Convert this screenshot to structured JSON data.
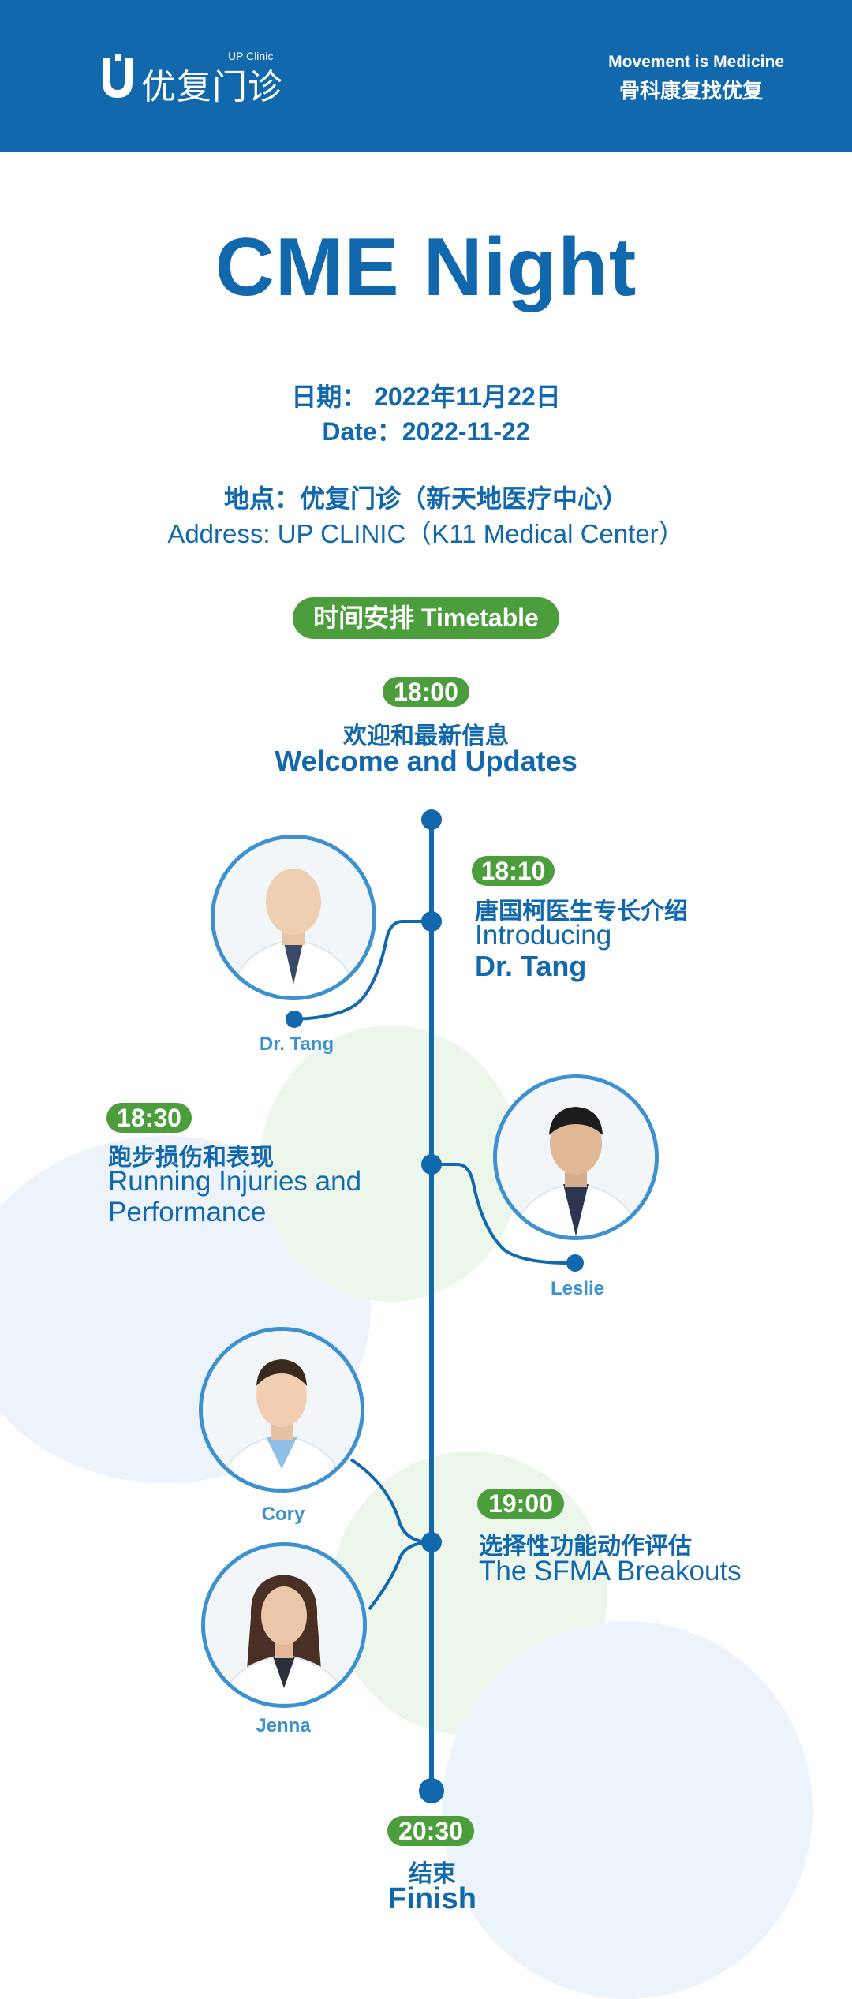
{
  "header": {
    "logo_cn": "优复门诊",
    "logo_en": "UP Clinic",
    "slogan_en": "Movement is Medicine",
    "slogan_cn": "骨科康复找优复"
  },
  "event": {
    "title": "CME Night",
    "date_cn": "日期： 2022年11月22日",
    "date_en": "Date：2022-11-22",
    "address_cn": "地点：优复门诊（新天地医疗中心）",
    "address_en": "Address: UP CLINIC（K11 Medical Center）"
  },
  "timetable": {
    "heading": "时间安排  Timetable",
    "items": [
      {
        "time": "18:00",
        "cn": "欢迎和最新信息",
        "en": "Welcome and Updates"
      },
      {
        "time": "18:10",
        "cn": "唐国柯医生专长介绍",
        "en_line1": "Introducing",
        "en_line2": "Dr. Tang"
      },
      {
        "time": "18:30",
        "cn": "跑步损伤和表现",
        "en_line1": "Running Injuries and",
        "en_line2": "Performance"
      },
      {
        "time": "19:00",
        "cn": "选择性功能动作评估",
        "en": "The SFMA Breakouts"
      },
      {
        "time": "20:30",
        "cn": "结束",
        "en": "Finish"
      }
    ]
  },
  "speakers": [
    {
      "name": "Dr. Tang"
    },
    {
      "name": "Leslie"
    },
    {
      "name": "Cory"
    },
    {
      "name": "Jenna"
    }
  ],
  "colors": {
    "primary": "#1268ad",
    "accent_green": "#4c9d3c",
    "ring_blue": "#3d91cf"
  }
}
